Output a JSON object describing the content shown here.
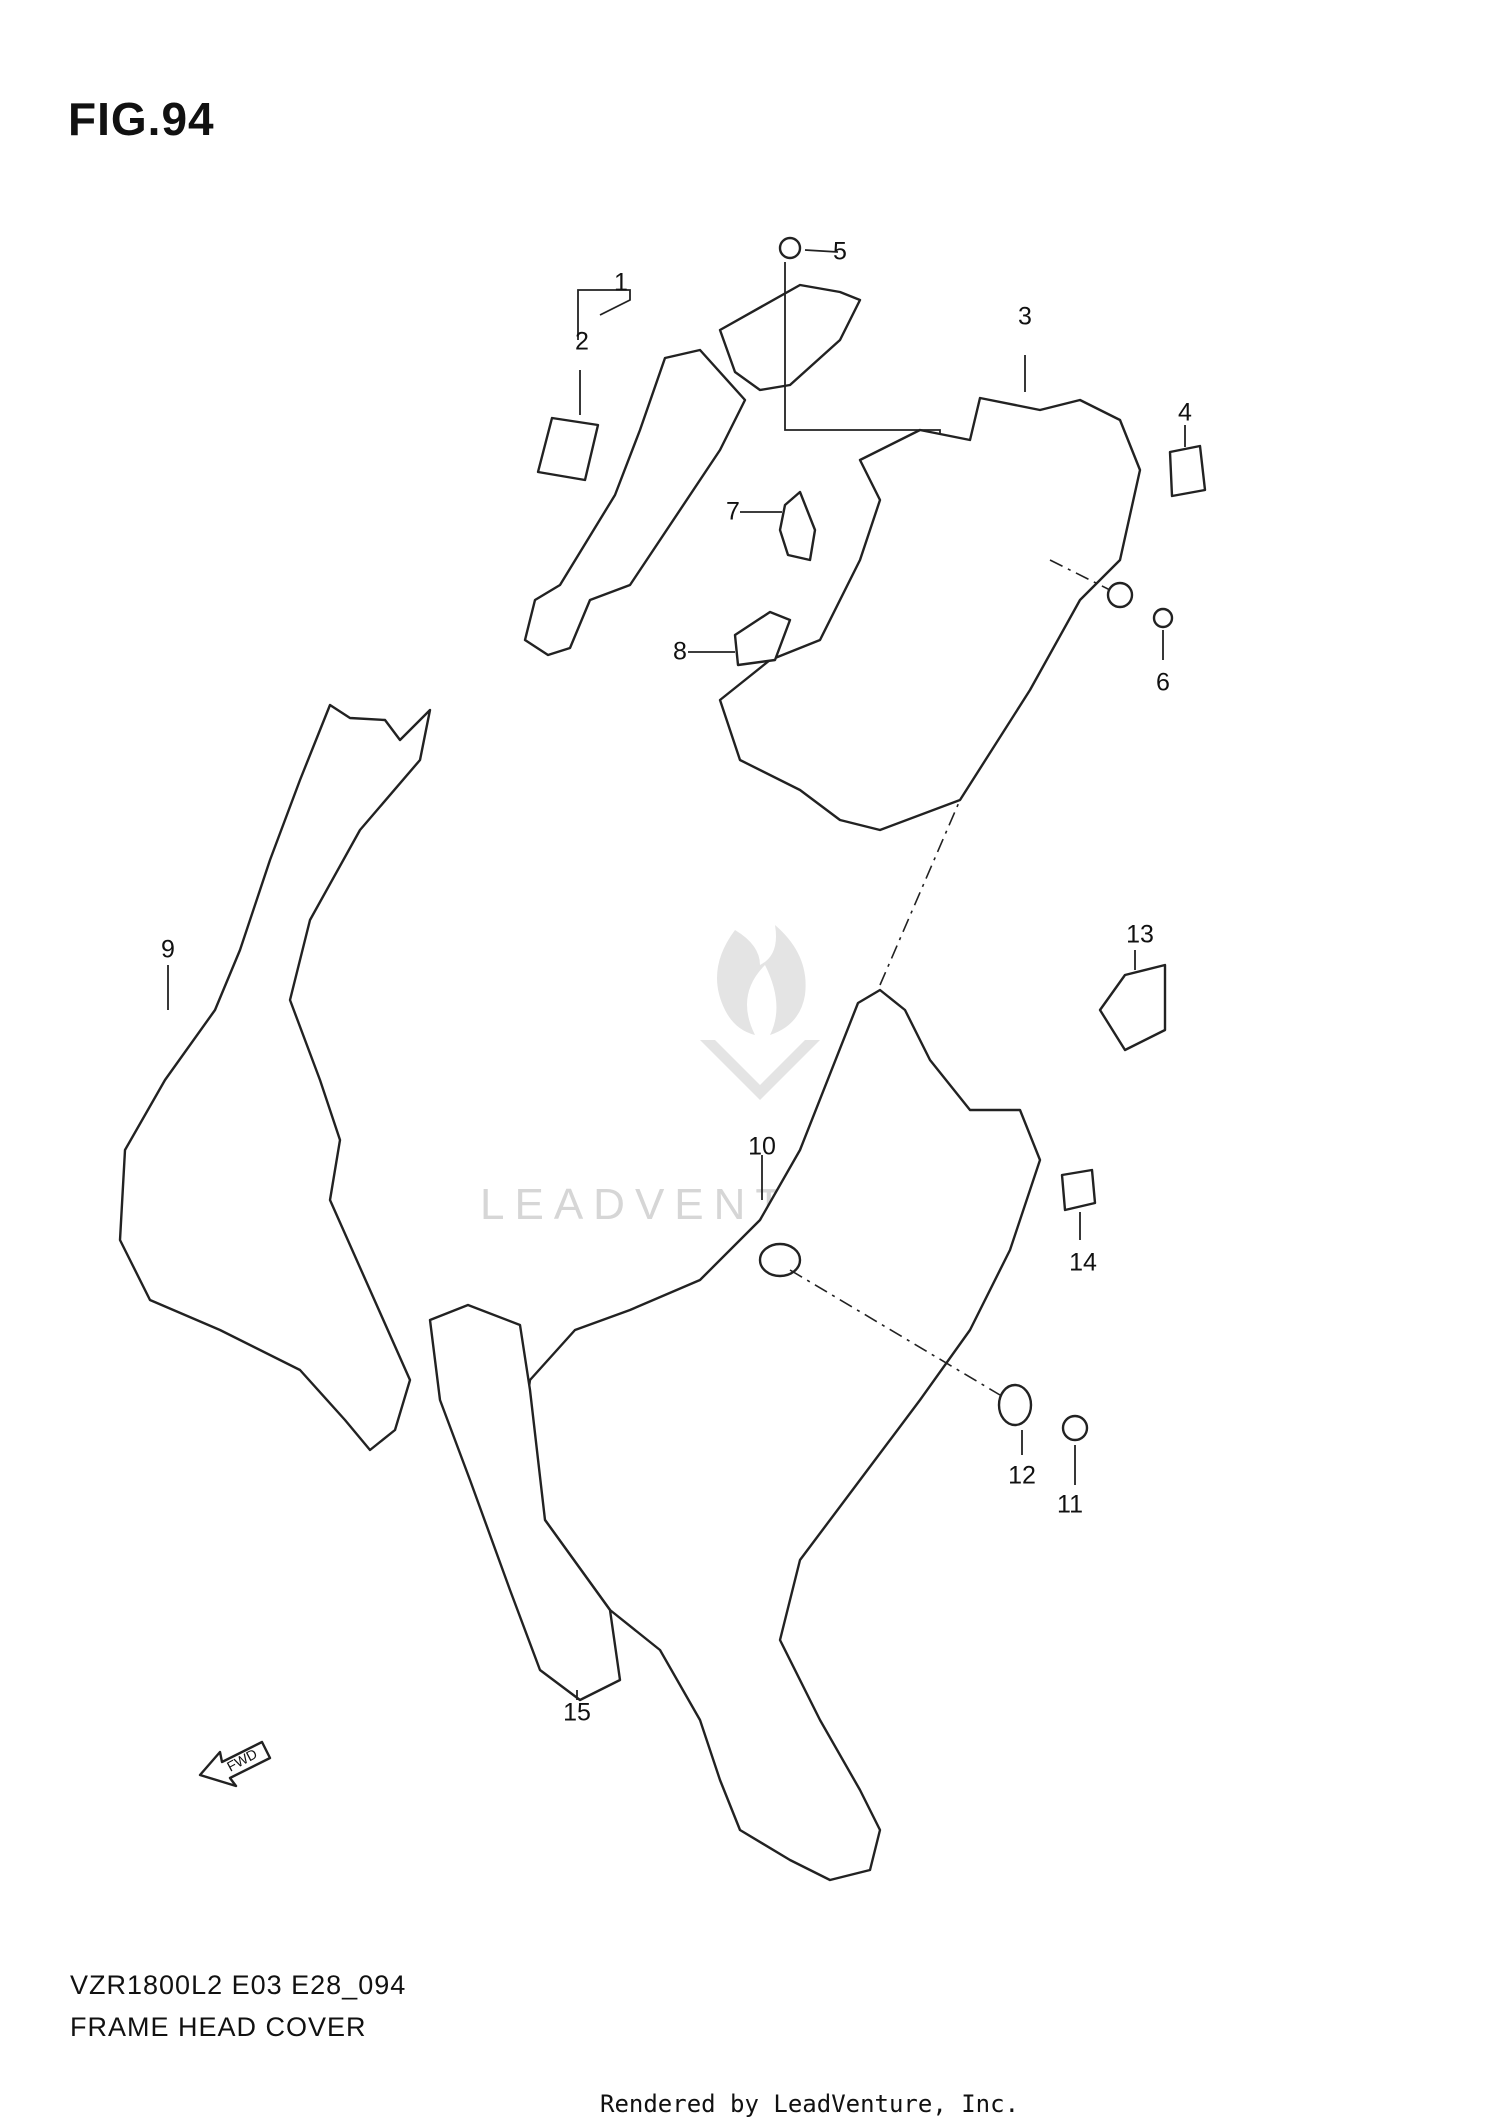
{
  "figure": {
    "title": "FIG.94"
  },
  "callouts": [
    "1",
    "2",
    "3",
    "4",
    "5",
    "6",
    "7",
    "8",
    "9",
    "10",
    "11",
    "12",
    "13",
    "14",
    "15"
  ],
  "fwd_label": "FWD",
  "footer": {
    "code": "VZR1800L2 E03 E28_094",
    "name": "FRAME HEAD COVER"
  },
  "watermark": "LEADVENTURE",
  "credit": "Rendered by LeadVenture, Inc."
}
